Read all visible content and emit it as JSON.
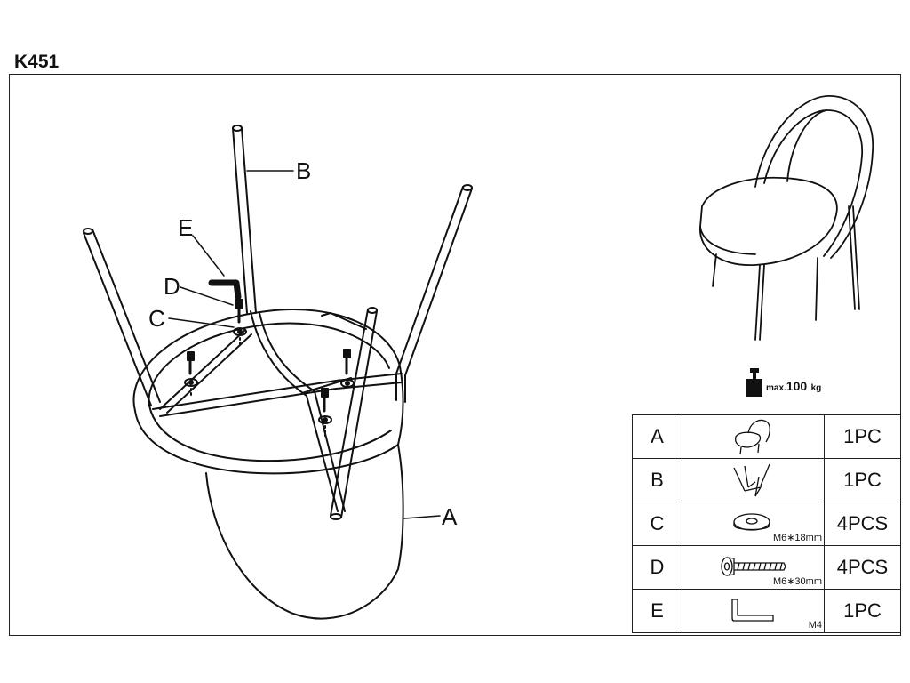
{
  "model": "K451",
  "diagram_labels": {
    "a": "A",
    "b": "B",
    "c": "C",
    "d": "D",
    "e": "E"
  },
  "max_load": {
    "prefix": "max.",
    "value": "100",
    "unit": "kg"
  },
  "parts": [
    {
      "letter": "A",
      "icon": "chair-seat-icon",
      "spec": "",
      "qty": "1PC"
    },
    {
      "letter": "B",
      "icon": "leg-frame-icon",
      "spec": "",
      "qty": "1PC"
    },
    {
      "letter": "C",
      "icon": "washer-icon",
      "spec": "M6∗18mm",
      "qty": "4PCS"
    },
    {
      "letter": "D",
      "icon": "bolt-icon",
      "spec": "M6∗30mm",
      "qty": "4PCS"
    },
    {
      "letter": "E",
      "icon": "allen-key-icon",
      "spec": "M4",
      "qty": "1PC"
    }
  ]
}
